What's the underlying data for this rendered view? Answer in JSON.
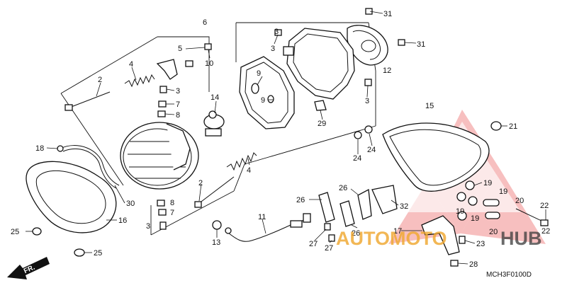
{
  "diagram": {
    "drawing_code": "MCH3F0100D",
    "direction_label": "FR.",
    "watermark": {
      "part_a": "AUTOMOTO",
      "part_b": "HUB"
    },
    "callouts": {
      "c1": "31",
      "c2": "3",
      "c3": "12",
      "c4": "31",
      "c5": "6",
      "c6": "5",
      "c7": "10",
      "c8": "2",
      "c9": "4",
      "c10": "3",
      "c11": "7",
      "c12": "8",
      "c13": "9",
      "c14": "9",
      "c15": "3",
      "c16": "14",
      "c17": "29",
      "c18": "3",
      "c19": "15",
      "c20": "21",
      "c21": "24",
      "c22": "24",
      "c23": "18",
      "c24": "4",
      "c25": "2",
      "c26": "30",
      "c27": "8",
      "c28": "7",
      "c29": "3",
      "c30": "25",
      "c31": "16",
      "c32": "25",
      "c33": "13",
      "c34": "11",
      "c35": "26",
      "c36": "27",
      "c37": "27",
      "c38": "26",
      "c39": "26",
      "c40": "32",
      "c41": "19",
      "c42": "19",
      "c43": "19",
      "c44": "19",
      "c45": "20",
      "c46": "20",
      "c47": "22",
      "c48": "17",
      "c49": "23",
      "c50": "28",
      "c51": "22"
    }
  }
}
